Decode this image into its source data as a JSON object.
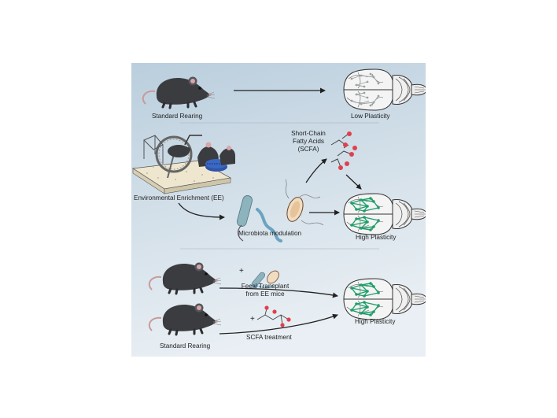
{
  "section_top": {
    "left_label": "Standard Rearing",
    "right_label": "Low Plasticity"
  },
  "section_middle": {
    "left_label": "Environmental Enrichment (EE)",
    "microbe_label": "Microbiota modulation",
    "scfa_line1": "Short-Chain",
    "scfa_line2": "Fatty Acids",
    "scfa_line3": "(SCFA)",
    "right_label": "High Plasticity"
  },
  "section_bottom": {
    "transplant_line1": "Fecal Transplant",
    "transplant_line2": "from EE mice",
    "treatment_label": "SCFA treatment",
    "left_label": "Standard Rearing",
    "right_label": "High Plasticity",
    "plus_sign": "+"
  },
  "colors": {
    "background_top": "#bfd1df",
    "background_bottom": "#e6edf3",
    "mouse_body": "#3b3c40",
    "network_low": "#9aa3a5",
    "network_high": "#1e9e6a",
    "scfa_node": "#e0404c",
    "arrow": "#222222"
  }
}
